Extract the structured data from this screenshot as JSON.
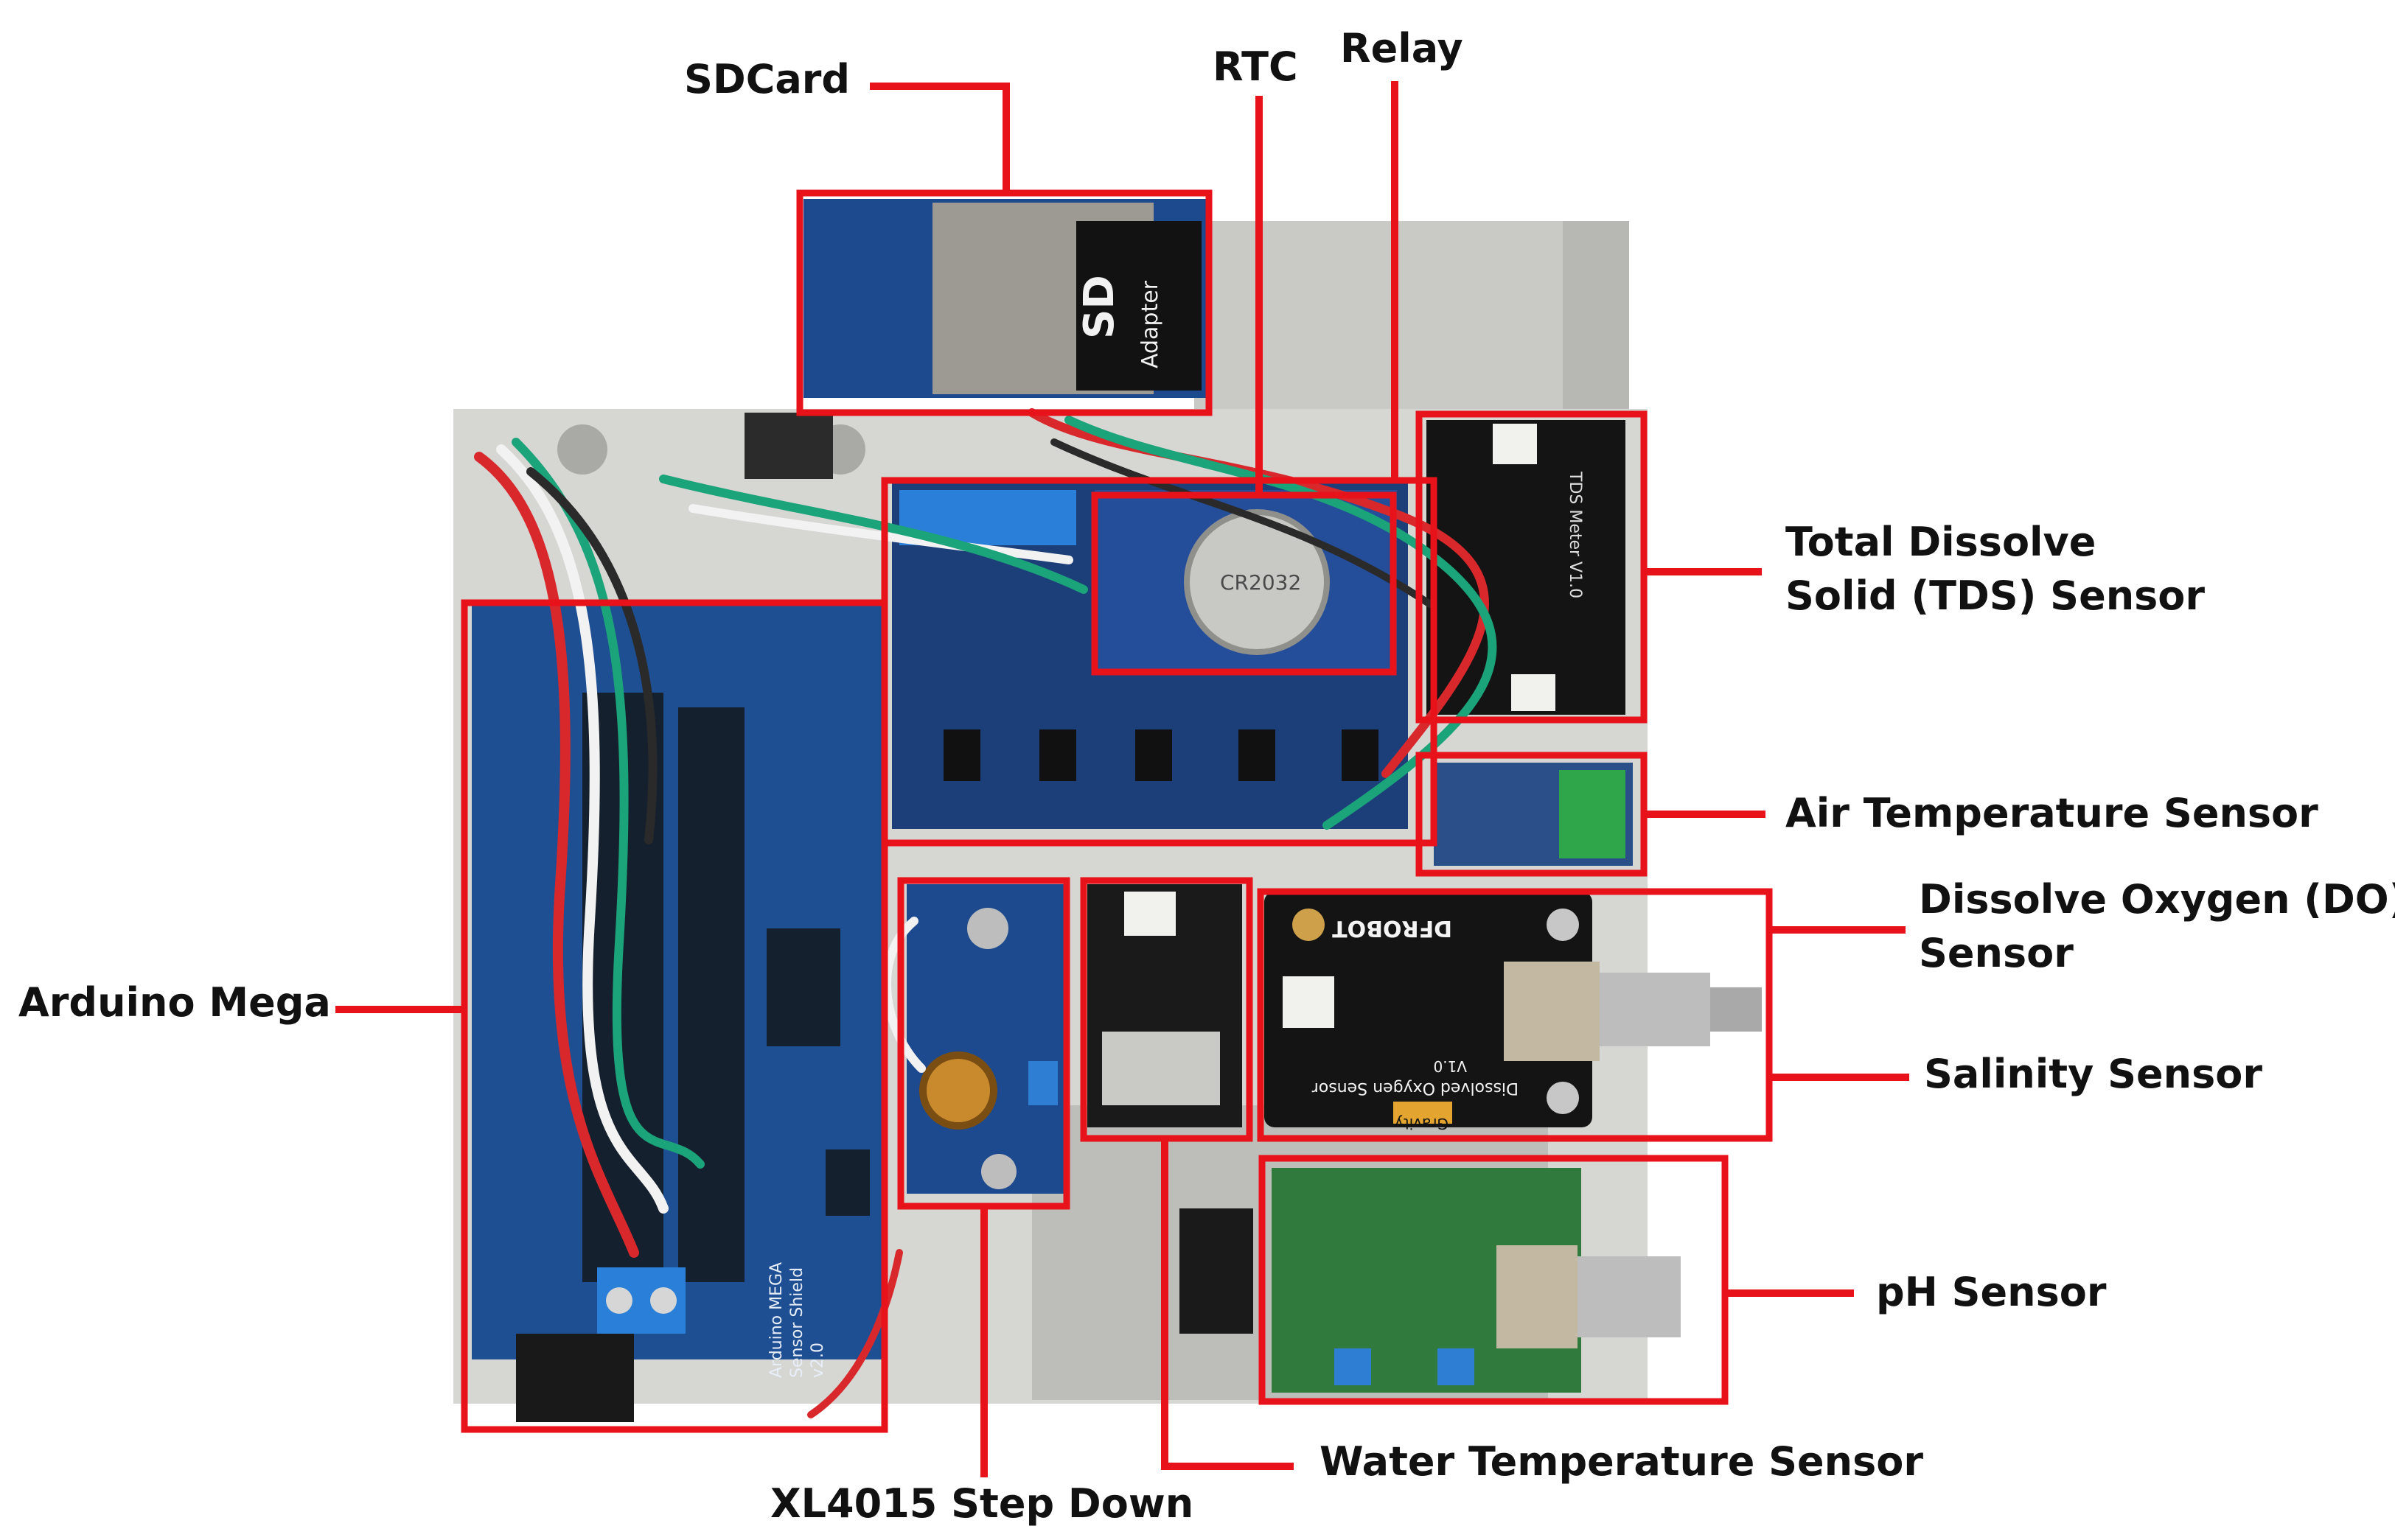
{
  "figure": {
    "labels": {
      "sdcard": "SDCard",
      "rtc": "RTC",
      "relay": "Relay",
      "tds_line1": "Total Dissolve",
      "tds_line2": "Solid (TDS) Sensor",
      "air_temp": "Air Temperature Sensor",
      "do_line1": "Dissolve Oxygen (DO)",
      "do_line2": "Sensor",
      "salinity": "Salinity Sensor",
      "arduino": "Arduino Mega",
      "ph": "pH Sensor",
      "water_temp": "Water Temperature Sensor",
      "xl4015": "XL4015 Step Down"
    },
    "annotation_color": "#e8121b",
    "photo_text": {
      "sd_adapter": "Adapter",
      "sd_logo": "SD",
      "shield_line1": "Arduino MEGA",
      "shield_line2": "Sensor Shield",
      "shield_line3": "v2.0",
      "dfrobot": "DFROBOT",
      "do_board": "Dissolved Oxygen Sensor",
      "do_version": "V1.0",
      "gravity": "Gravity",
      "tds_board": "TDS Meter V1.0",
      "battery": "CR2032"
    }
  }
}
